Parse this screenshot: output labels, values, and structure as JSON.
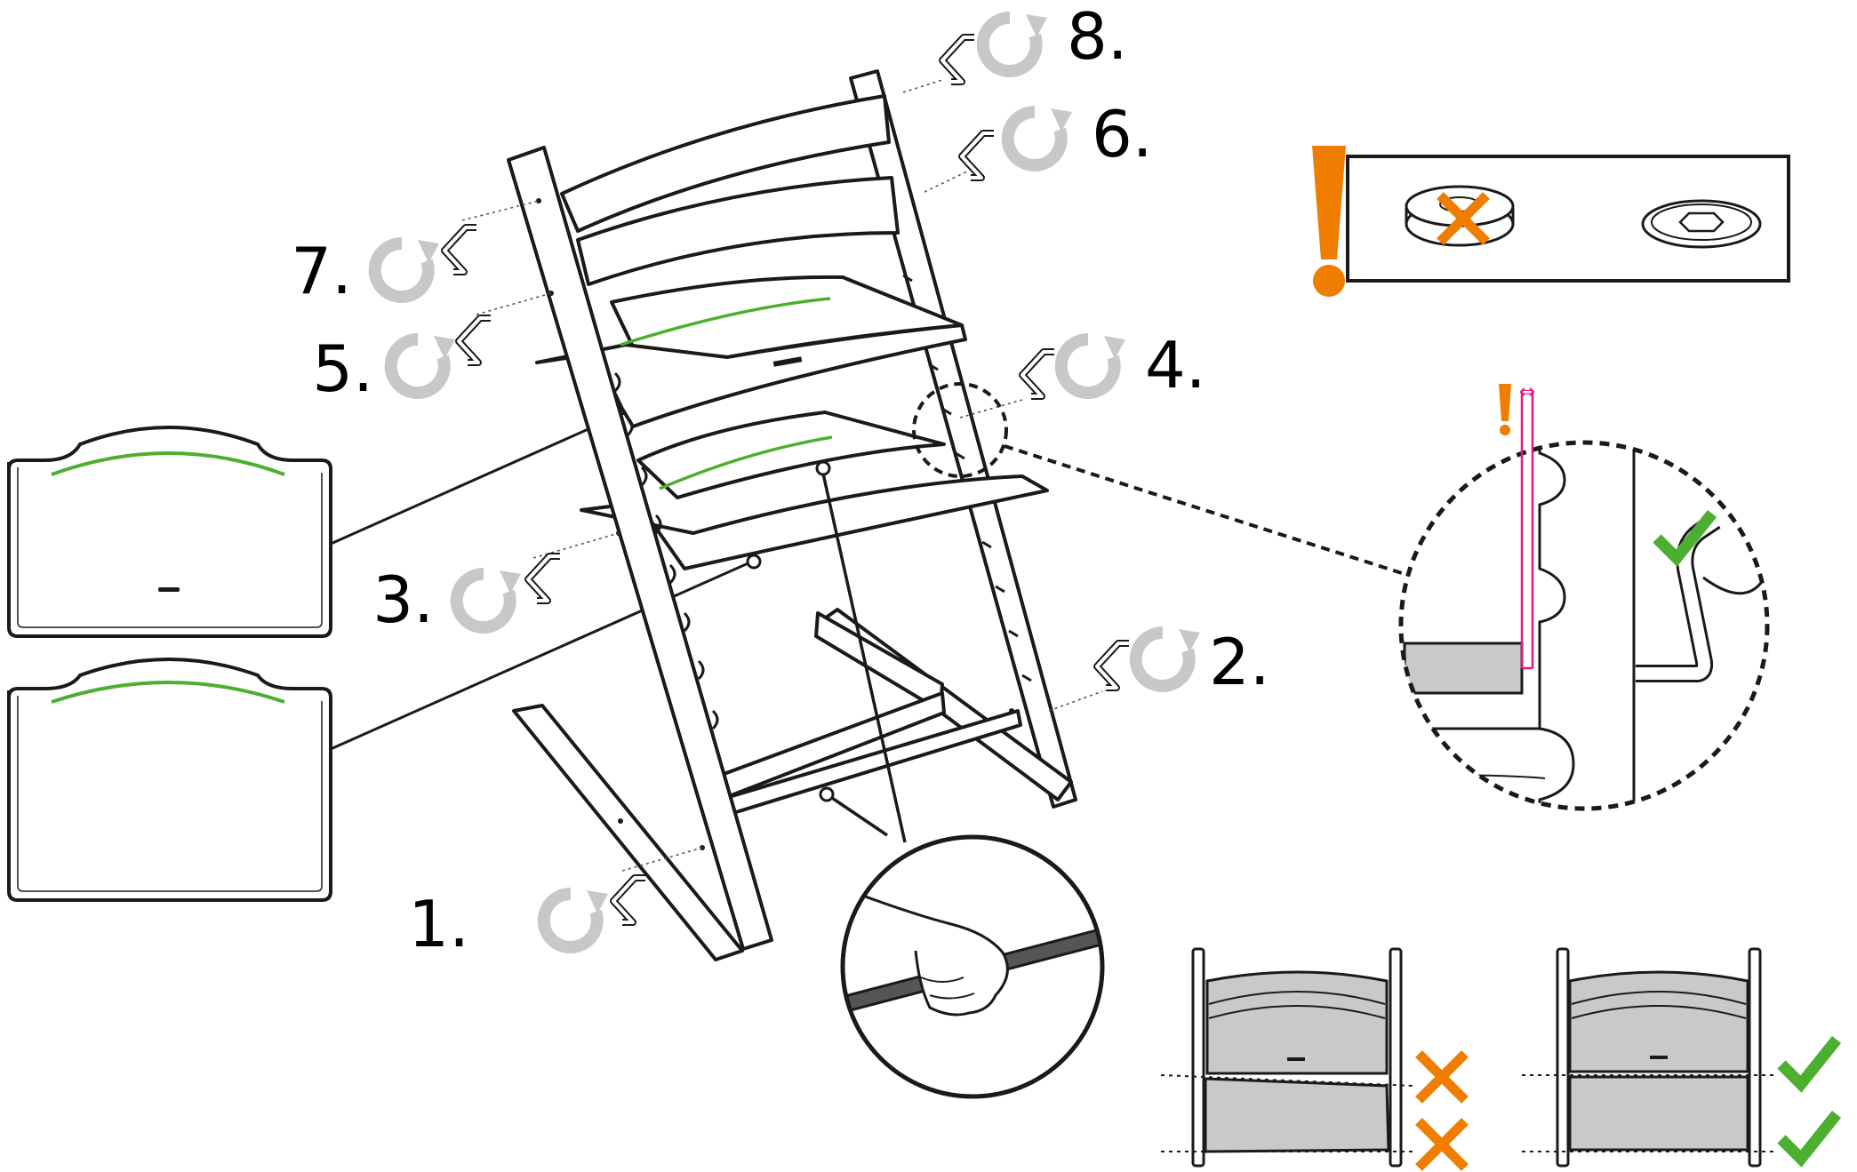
{
  "steps": [
    {
      "label": "1."
    },
    {
      "label": "2."
    },
    {
      "label": "3."
    },
    {
      "label": "4."
    },
    {
      "label": "5."
    },
    {
      "label": "6."
    },
    {
      "label": "7."
    },
    {
      "label": "8."
    }
  ],
  "icons": {
    "tighten": "tighten-rotate-icon",
    "hex_key": "hex-key-icon",
    "warning": "exclamation-icon",
    "wrong": "cross-icon",
    "correct": "check-icon",
    "gap": "double-arrow-icon"
  },
  "colors": {
    "line": "#1a1a1a",
    "green_accent": "#4caf2f",
    "orange_warning": "#ef7d00",
    "pink_gap": "#e0187a",
    "grey_icon": "#c8c8c8",
    "grey_fill": "#c9c9c9"
  },
  "gap_symbol": "⇔"
}
